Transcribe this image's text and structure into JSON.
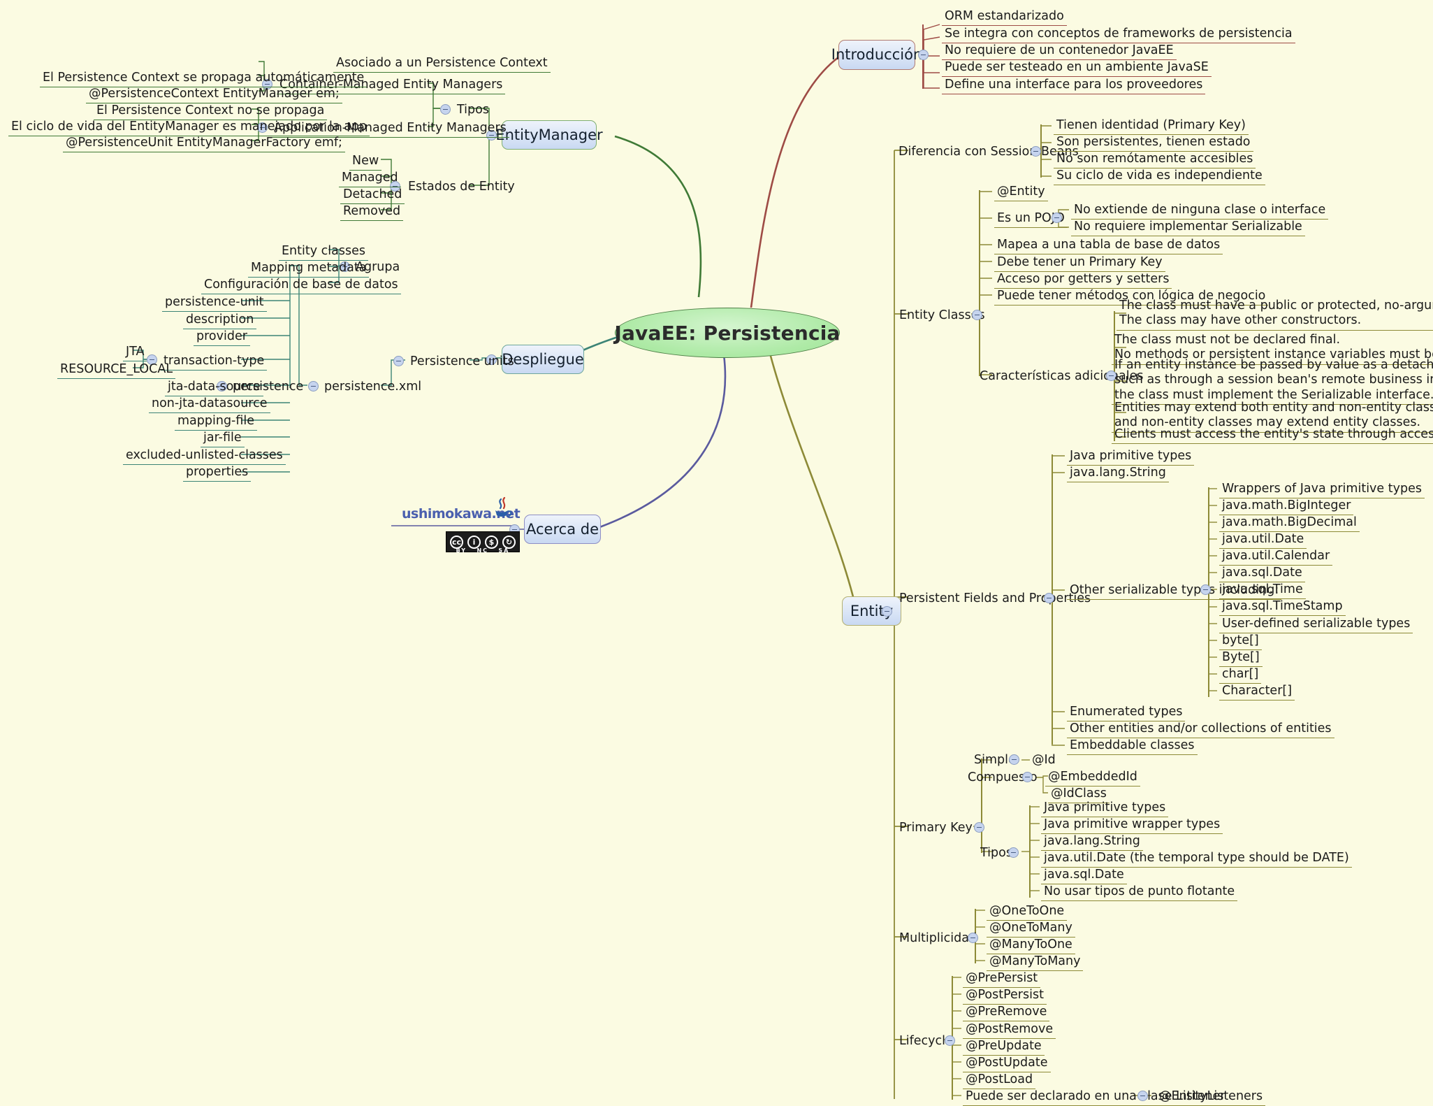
{
  "root": {
    "label": "JavaEE: Persistencia"
  },
  "colors": {
    "background": "#fbfbe2",
    "root_fill": "#aeeaa6",
    "root_stroke": "#4d7f46",
    "branch_introduccion": "#9e4b45",
    "branch_entitymanager": "#3f7a36",
    "branch_despliegue": "#3c8476",
    "branch_acercade": "#5a5a9e",
    "branch_entity": "#8d8a37",
    "capsule_fill": "#c9d9f2",
    "bullet_fill": "#c6d4ee"
  },
  "branches": {
    "introduccion": {
      "label": "Introducción",
      "items": [
        "ORM estandarizado",
        "Se integra con conceptos de frameworks de persistencia",
        "No requiere de un contenedor JavaEE",
        "Puede ser testeado en un ambiente JavaSE",
        "Define una interface para los proveedores"
      ]
    },
    "entitymanager": {
      "label": "EntityManager",
      "tipos": {
        "label": "Tipos",
        "container": {
          "label": "Container-Managed Entity Managers",
          "items": [
            "Asociado a un Persistence Context",
            "El Persistence Context se propaga automáticamente",
            "@PersistenceContext EntityManager em;"
          ]
        },
        "application": {
          "label": "Application-Managed Entity Managers",
          "items": [
            "El Persistence Context no se propaga",
            "El ciclo de vida del EntityManager es manejado por la app",
            "@PersistenceUnit EntityManagerFactory emf;"
          ]
        }
      },
      "estados": {
        "label": "Estados de Entity",
        "items": [
          "New",
          "Managed",
          "Detached",
          "Removed"
        ]
      }
    },
    "despliegue": {
      "label": "Despliegue",
      "persistence_units": {
        "label": "Persistence units",
        "persistence_xml": {
          "label": "persistence.xml",
          "persistence": {
            "label": "persistence",
            "agrupa": {
              "label": "Agrupa",
              "items": [
                "Entity classes",
                "Mapping metadata",
                "Configuración de base de datos"
              ]
            },
            "elements": [
              "persistence-unit",
              "description",
              "provider",
              "transaction-type",
              "jta-data-source",
              "non-jta-datasource",
              "mapping-file",
              "jar-file",
              "excluded-unlisted-classes",
              "properties"
            ],
            "transaction_type_values": [
              "JTA",
              "RESOURCE_LOCAL"
            ]
          }
        }
      }
    },
    "acercade": {
      "label": "Acerca de",
      "logo_text": "ushimokawa.net",
      "logo_icon": "java-steam-icon",
      "license_badge": "cc-by-nc-sa-badge",
      "license_terms": [
        "BY",
        "NC",
        "SA"
      ]
    },
    "entity": {
      "label": "Entity",
      "diferencia": {
        "label": "Diferencia con Session Beans",
        "items": [
          "Tienen identidad (Primary Key)",
          "Son persistentes, tienen estado",
          "No son remótamente accesibles",
          "Su ciclo de vida es independiente"
        ]
      },
      "entity_classes": {
        "label": "Entity Classes",
        "items": [
          "@Entity",
          "Es un POJO",
          "Mapea a una tabla de base de datos",
          "Debe tener un Primary Key",
          "Acceso por getters y setters",
          "Puede tener métodos con lógica de negocio",
          "Características adicionales"
        ],
        "pojo_children": [
          "No extiende de ninguna clase o interface",
          "No requiere implementar Serializable"
        ],
        "caracteristicas": [
          "The class must have a public or protected, no-argument constructor.\nThe class may have other constructors.",
          "The class must not be declared final.\nNo methods or persistent instance variables must be declared final.",
          "If an entity instance be passed by value as a detached object,\nsuch as through a session bean's remote business interface,\nthe class must implement the Serializable interface.",
          "Entities may extend both entity and non-entity classes,\nand non-entity classes may extend entity classes.",
          "Clients must access the entity's state through accessor or business methods."
        ]
      },
      "persistent_fields": {
        "label": "Persistent Fields and Properties",
        "items": [
          "Java primitive types",
          "java.lang.String",
          "Other serializable types including:",
          "Enumerated types",
          "Other entities and/or collections of entities",
          "Embeddable classes"
        ],
        "serializable_children": [
          "Wrappers of Java primitive types",
          "java.math.BigInteger",
          "java.math.BigDecimal",
          "java.util.Date",
          "java.util.Calendar",
          "java.sql.Date",
          "java.sql.Time",
          "java.sql.TimeStamp",
          "User-defined serializable types",
          "byte[]",
          "Byte[]",
          "char[]",
          "Character[]"
        ]
      },
      "primary_key": {
        "label": "Primary Key",
        "simple": {
          "label": "Simple",
          "child": "@Id"
        },
        "compuesto": {
          "label": "Compuesto",
          "children": [
            "@EmbeddedId",
            "@IdClass"
          ]
        },
        "tipos": {
          "label": "Tipos",
          "children": [
            "Java primitive types",
            "Java primitive wrapper types",
            "java.lang.String",
            "java.util.Date (the temporal type should be DATE)",
            "java.sql.Date",
            "No usar tipos de punto flotante"
          ]
        }
      },
      "multiplicidad": {
        "label": "Multiplicidad",
        "items": [
          "@OneToOne",
          "@OneToMany",
          "@ManyToOne",
          "@ManyToMany"
        ]
      },
      "lifecycle": {
        "label": "Lifecycle",
        "items": [
          "@PrePersist",
          "@PostPersist",
          "@PreRemove",
          "@PostRemove",
          "@PreUpdate",
          "@PostUpdate",
          "@PostLoad",
          "Puede ser declarado en una clase Listener"
        ],
        "listener_child": "@EntityListeners"
      }
    }
  }
}
